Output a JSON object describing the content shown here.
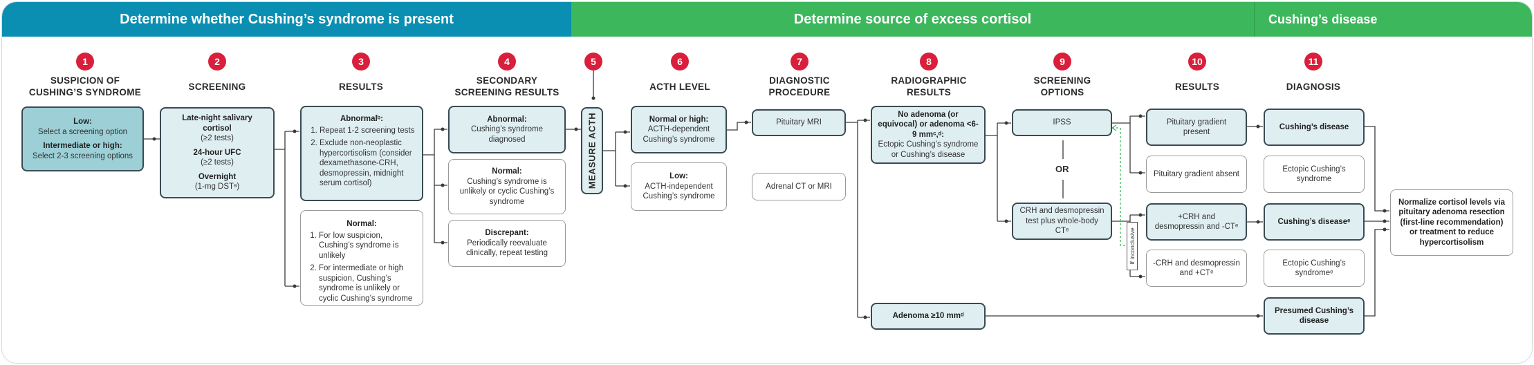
{
  "banners": {
    "left": "Determine whether Cushing’s syndrome is present",
    "middle": "Determine source of excess cortisol",
    "right": "Cushing’s disease"
  },
  "steps": [
    {
      "num": "1",
      "title_l1": "SUSPICION OF",
      "title_l2": "CUSHING’S SYNDROME"
    },
    {
      "num": "2",
      "title_l1": "SCREENING",
      "title_l2": ""
    },
    {
      "num": "3",
      "title_l1": "RESULTS",
      "title_l2": ""
    },
    {
      "num": "4",
      "title_l1": "SECONDARY",
      "title_l2": "SCREENING RESULTS"
    },
    {
      "num": "5",
      "title_l1": "",
      "title_l2": ""
    },
    {
      "num": "6",
      "title_l1": "ACTH LEVEL",
      "title_l2": ""
    },
    {
      "num": "7",
      "title_l1": "DIAGNOSTIC",
      "title_l2": "PROCEDURE"
    },
    {
      "num": "8",
      "title_l1": "RADIOGRAPHIC",
      "title_l2": "RESULTS"
    },
    {
      "num": "9",
      "title_l1": "SCREENING",
      "title_l2": "OPTIONS"
    },
    {
      "num": "10",
      "title_l1": "RESULTS",
      "title_l2": ""
    },
    {
      "num": "11",
      "title_l1": "DIAGNOSIS",
      "title_l2": ""
    }
  ],
  "suspicion": {
    "low_label": "Low:",
    "low_text": "Select a screening option",
    "high_label": "Intermediate or high:",
    "high_text": "Select 2-3 screening options"
  },
  "screening": {
    "t1_label": "Late-night salivary cortisol",
    "t1_sub": "(≥2 tests)",
    "t2_label": "24-hour UFC",
    "t2_sub": "(≥2 tests)",
    "t3_label": "Overnight",
    "t3_sub": "(1-mg DSTᵃ)"
  },
  "results_abnormal": {
    "label": "Abnormalᵇ:",
    "items": [
      "Repeat 1-2 screening tests",
      "Exclude non-neoplastic hypercortisolism (consider dexamethasone-CRH, desmopressin, midnight serum cortisol)"
    ]
  },
  "results_normal": {
    "label": "Normal:",
    "items": [
      "For low suspicion, Cushing’s syndrome is unlikely",
      "For intermediate or high suspicion, Cushing’s syndrome is unlikely or cyclic Cushing’s syndrome"
    ]
  },
  "secondary": {
    "abnormal_label": "Abnormal:",
    "abnormal_text": "Cushing’s syndrome diagnosed",
    "normal_label": "Normal:",
    "normal_text": "Cushing’s syndrome is unlikely or cyclic Cushing’s syndrome",
    "discrepant_label": "Discrepant:",
    "discrepant_text": "Periodically reevaluate clinically, repeat testing"
  },
  "measure_acth": "MEASURE ACTH",
  "acth": {
    "high_label": "Normal or high:",
    "high_text": "ACTH-dependent Cushing’s syndrome",
    "low_label": "Low:",
    "low_text": "ACTH-independent Cushing’s syndrome"
  },
  "procedure": {
    "pituitary": "Pituitary MRI",
    "adrenal": "Adrenal CT or MRI"
  },
  "radiographic": {
    "no_adenoma_label": "No adenoma (or equivocal) or adenoma <6-9 mmᶜ,ᵈ:",
    "no_adenoma_text": "Ectopic Cushing’s syndrome or Cushing’s disease",
    "adenoma_label": "Adenoma ≥10 mmᵈ"
  },
  "options": {
    "ipss": "IPSS",
    "or": "OR",
    "crh": "CRH and desmopressin test plus whole-body CTᵉ"
  },
  "inconclusive": "If inconclusive",
  "results10": {
    "grad_present": "Pituitary gradient present",
    "grad_absent": "Pituitary gradient absent",
    "crh_pos": "+CRH and desmopressin and -CTᵉ",
    "crh_neg": "-CRH and desmopressin and +CTᵉ"
  },
  "diagnosis": {
    "cd1": "Cushing’s disease",
    "ect1": "Ectopic Cushing’s syndrome",
    "cd2": "Cushing’s diseaseᵉ",
    "ect2": "Ectopic Cushing’s syndromeᵉ",
    "presumed": "Presumed Cushing’s disease"
  },
  "final": "Normalize cortisol levels via pituitary adenoma resection (first-line recommendation) or treatment to reduce hypercortisolism"
}
